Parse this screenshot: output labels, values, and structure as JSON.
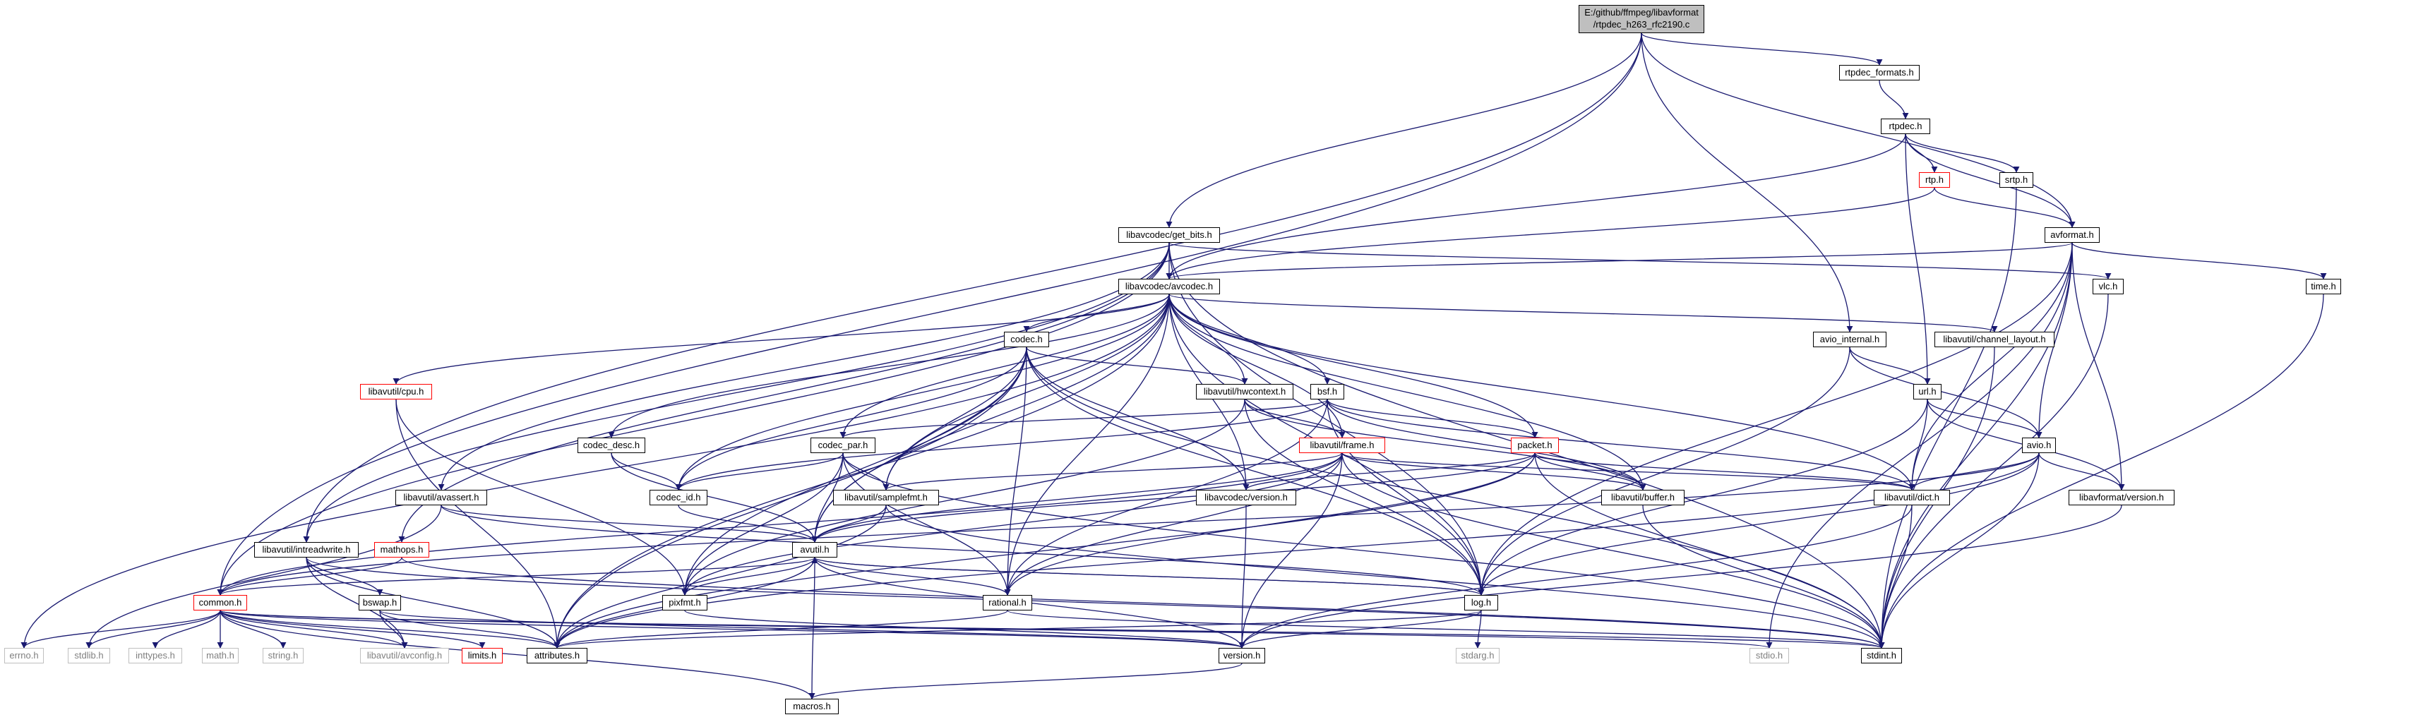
{
  "colors": {
    "edge": "#191970",
    "node_border": "#000000",
    "external_border": "#bfbfbf",
    "incomplete_border": "#ff0000",
    "root_fill": "#bfbfbf"
  },
  "nodes": {
    "root": {
      "line1": "E:/github/ffmpeg/libavformat",
      "line2": "/rtpdec_h263_rfc2190.c"
    },
    "rtpdec_formats": {
      "label": "rtpdec_formats.h"
    },
    "rtpdec": {
      "label": "rtpdec.h"
    },
    "rtp": {
      "label": "rtp.h"
    },
    "srtp": {
      "label": "srtp.h"
    },
    "avformat": {
      "label": "avformat.h"
    },
    "get_bits": {
      "label": "libavcodec/get_bits.h"
    },
    "avcodec": {
      "label": "libavcodec/avcodec.h"
    },
    "vlc": {
      "label": "vlc.h"
    },
    "time": {
      "label": "time.h"
    },
    "avio_internal": {
      "label": "avio_internal.h"
    },
    "channel_layout": {
      "label": "libavutil/channel_layout.h"
    },
    "codec": {
      "label": "codec.h"
    },
    "cpu": {
      "label": "libavutil/cpu.h"
    },
    "hwcontext": {
      "label": "libavutil/hwcontext.h"
    },
    "bsf": {
      "label": "bsf.h"
    },
    "url": {
      "label": "url.h"
    },
    "codec_desc": {
      "label": "codec_desc.h"
    },
    "codec_par": {
      "label": "codec_par.h"
    },
    "frame": {
      "label": "libavutil/frame.h"
    },
    "packet": {
      "label": "packet.h"
    },
    "avio": {
      "label": "avio.h"
    },
    "codec_id": {
      "label": "codec_id.h"
    },
    "avassert": {
      "label": "libavutil/avassert.h"
    },
    "samplefmt": {
      "label": "libavutil/samplefmt.h"
    },
    "lavc_version": {
      "label": "libavcodec/version.h"
    },
    "buffer": {
      "label": "libavutil/buffer.h"
    },
    "dict": {
      "label": "libavutil/dict.h"
    },
    "lavf_version": {
      "label": "libavformat/version.h"
    },
    "intreadwrite": {
      "label": "libavutil/intreadwrite.h"
    },
    "mathops": {
      "label": "mathops.h"
    },
    "avutil": {
      "label": "avutil.h"
    },
    "common": {
      "label": "common.h"
    },
    "bswap": {
      "label": "bswap.h"
    },
    "pixfmt": {
      "label": "pixfmt.h"
    },
    "rational": {
      "label": "rational.h"
    },
    "log": {
      "label": "log.h"
    },
    "errno": {
      "label": "errno.h"
    },
    "stdlib": {
      "label": "stdlib.h"
    },
    "inttypes": {
      "label": "inttypes.h"
    },
    "math": {
      "label": "math.h"
    },
    "string": {
      "label": "string.h"
    },
    "avconfig": {
      "label": "libavutil/avconfig.h"
    },
    "limits": {
      "label": "limits.h"
    },
    "attributes": {
      "label": "attributes.h"
    },
    "version": {
      "label": "version.h"
    },
    "stdarg": {
      "label": "stdarg.h"
    },
    "stdio": {
      "label": "stdio.h"
    },
    "stdint": {
      "label": "stdint.h"
    },
    "macros": {
      "label": "macros.h"
    }
  }
}
